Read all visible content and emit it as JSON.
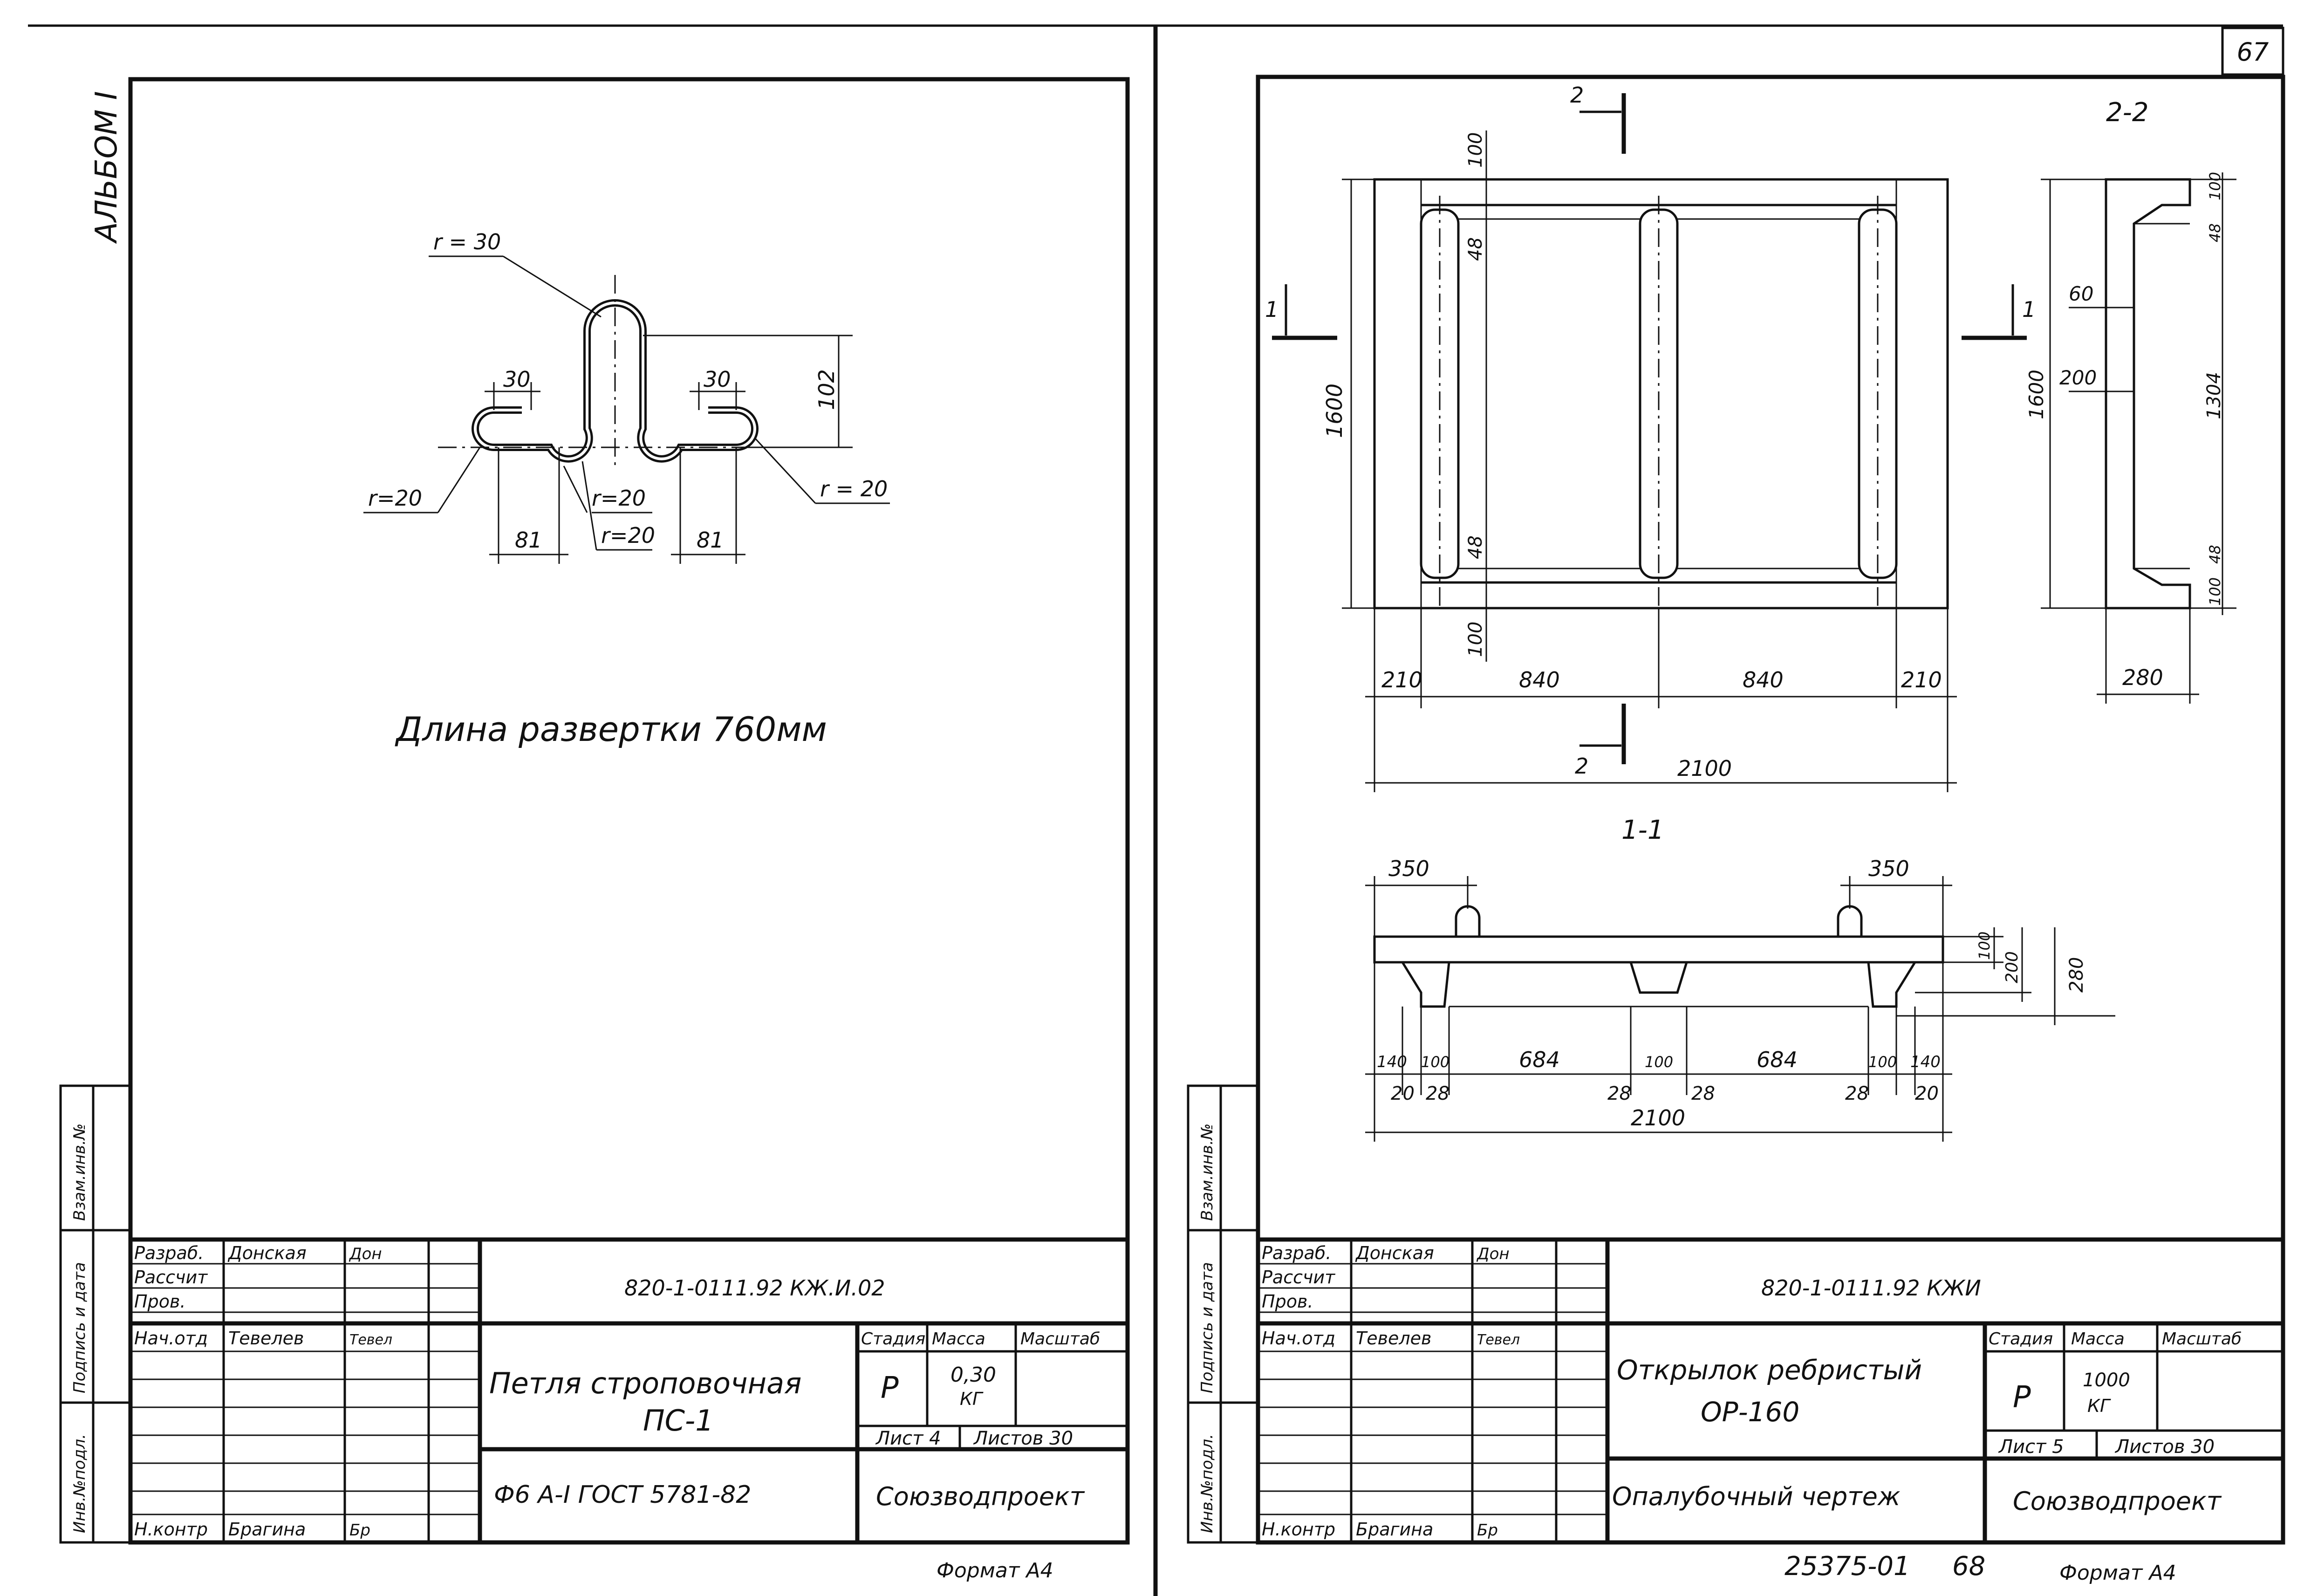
{
  "page": {
    "sheet_number": "67",
    "footer_code": "25375-01",
    "footer_number": "68"
  },
  "left_sheet": {
    "album_label": "АЛЬБОМ I",
    "side_labels": {
      "vzam_inv": "Взам.инв.№",
      "podpis_data": "Подпись и дата",
      "inv_podl": "Инв.№подл."
    },
    "drawing": {
      "radius_top": "r = 30",
      "radius_left": "r=20",
      "radius_mid_1": "r=20",
      "radius_mid_2": "r=20",
      "radius_right": "r = 20",
      "dim_30_left": "30",
      "dim_30_right": "30",
      "dim_102": "102",
      "dim_81_left": "81",
      "dim_81_right": "81",
      "length_note": "Длина развертки 760мм"
    },
    "title_block": {
      "rows": [
        {
          "role": "Разраб.",
          "name": "Донская",
          "sign": "Дон"
        },
        {
          "role": "Рассчит",
          "name": "",
          "sign": ""
        },
        {
          "role": "Пров.",
          "name": "",
          "sign": ""
        },
        {
          "role": "Нач.отд",
          "name": "Тевелев",
          "sign": "Тевел"
        },
        {
          "role": "",
          "name": "",
          "sign": ""
        },
        {
          "role": "",
          "name": "",
          "sign": ""
        },
        {
          "role": "",
          "name": "",
          "sign": ""
        },
        {
          "role": "",
          "name": "",
          "sign": ""
        },
        {
          "role": "Н.контр",
          "name": "Брагина",
          "sign": "Бр"
        }
      ],
      "code": "820-1-0111.92    КЖ.И.02",
      "title_line1": "Петля строповочная",
      "title_line2": "ПС-1",
      "material": "Ф6 А-I  ГОСТ 5781-82",
      "stage_header": "Стадия",
      "mass_header": "Масса",
      "scale_header": "Масштаб",
      "stage": "Р",
      "mass": "0,30",
      "mass_unit": "КГ",
      "sheet": "Лист 4",
      "sheets": "Листов 30",
      "org": "Союзводпроект"
    },
    "format": "Формат А4"
  },
  "right_sheet": {
    "side_labels": {
      "vzam_inv": "Взам.инв.№",
      "podpis_data": "Подпись и дата",
      "inv_podl": "Инв.№подл."
    },
    "plan": {
      "section_2_top": "2",
      "section_2_bottom": "2",
      "section_1_left": "1",
      "section_1_right": "1",
      "dim_100_top": "100",
      "dim_48_top": "48",
      "dim_48_bottom": "48",
      "dim_100_bottom": "100",
      "dim_1600": "1600",
      "dim_210_left": "210",
      "dim_840_left": "840",
      "dim_840_right": "840",
      "dim_210_right": "210",
      "dim_2100": "2100"
    },
    "section_22": {
      "title": "2-2",
      "dim_100_top": "100",
      "dim_48_top": "48",
      "dim_60": "60",
      "dim_200": "200",
      "dim_1304": "1304",
      "dim_1600": "1600",
      "dim_48_bottom": "48",
      "dim_100_bottom": "100",
      "dim_280": "280"
    },
    "section_11": {
      "title": "1-1",
      "dim_350_left": "350",
      "dim_350_right": "350",
      "dim_100": "100",
      "dim_200": "200",
      "dim_280": "280",
      "bottom_top_row": [
        "140",
        "100",
        "684",
        "100",
        "684",
        "100",
        "140"
      ],
      "bottom_low_row": [
        "20",
        "28",
        "28",
        "28",
        "28",
        "20"
      ],
      "dim_2100": "2100"
    },
    "title_block": {
      "rows": [
        {
          "role": "Разраб.",
          "name": "Донская",
          "sign": "Дон"
        },
        {
          "role": "Рассчит",
          "name": "",
          "sign": ""
        },
        {
          "role": "Пров.",
          "name": "",
          "sign": ""
        },
        {
          "role": "Нач.отд",
          "name": "Тевелев",
          "sign": "Тевел"
        },
        {
          "role": "",
          "name": "",
          "sign": ""
        },
        {
          "role": "",
          "name": "",
          "sign": ""
        },
        {
          "role": "",
          "name": "",
          "sign": ""
        },
        {
          "role": "",
          "name": "",
          "sign": ""
        },
        {
          "role": "Н.контр",
          "name": "Брагина",
          "sign": "Бр"
        }
      ],
      "code": "820-1-0111.92 КЖИ",
      "title_line1": "Открылок ребристый",
      "title_line2": "ОР-160",
      "subtitle": "Опалубочный чертеж",
      "stage_header": "Стадия",
      "mass_header": "Масса",
      "scale_header": "Масштаб",
      "stage": "Р",
      "mass": "1000",
      "mass_unit": "КГ",
      "sheet": "Лист 5",
      "sheets": "Листов 30",
      "org": "Союзводпроект"
    },
    "format": "Формат А4"
  }
}
